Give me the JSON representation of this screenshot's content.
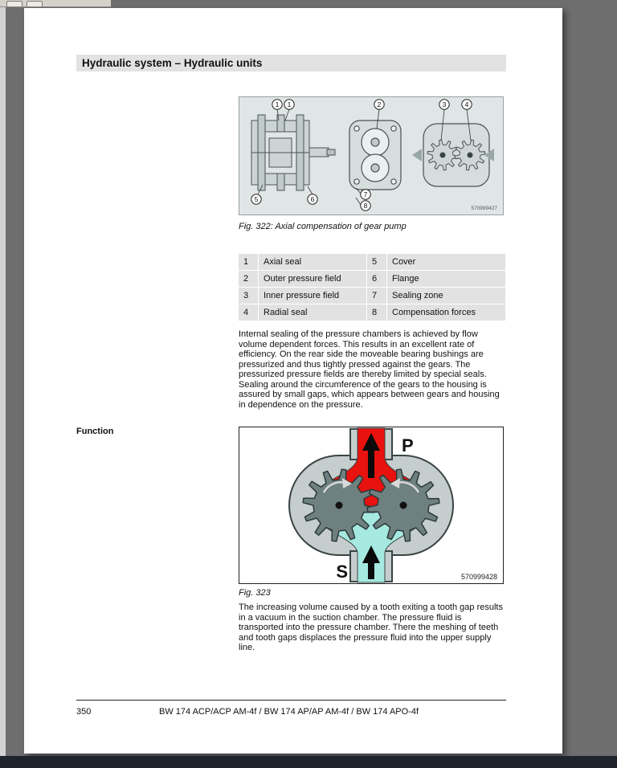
{
  "page": {
    "header": "Hydraulic system – Hydraulic units",
    "fig322": {
      "caption": "Fig. 322: Axial compensation of gear pump",
      "code": "570999427",
      "callouts": [
        "1",
        "1",
        "2",
        "3",
        "4",
        "5",
        "6",
        "7",
        "8"
      ]
    },
    "legend": {
      "rows": [
        {
          "n1": "1",
          "t1": "Axial seal",
          "n2": "5",
          "t2": "Cover"
        },
        {
          "n1": "2",
          "t1": "Outer pressure field",
          "n2": "6",
          "t2": "Flange"
        },
        {
          "n1": "3",
          "t1": "Inner pressure field",
          "n2": "7",
          "t2": "Sealing zone"
        },
        {
          "n1": "4",
          "t1": "Radial seal",
          "n2": "8",
          "t2": "Compensation forces"
        }
      ]
    },
    "para1": "Internal sealing of the pressure chambers is achieved by flow volume dependent forces. This results in an excellent rate of efficiency. On the rear side the moveable bearing bushings are pressurized and thus tightly pressed against the gears. The pressurized pressure fields are thereby limited by special seals. Sealing around the circumference of the gears to the housing is assured by small gaps, which appears between gears and housing in dependence on the pressure.",
    "function_label": "Function",
    "fig323": {
      "caption": "Fig. 323",
      "code": "570999428",
      "pressure_label": "P",
      "suction_label": "S"
    },
    "para2": "The increasing volume caused by a tooth exiting a tooth gap results in a vacuum in the suction chamber. The pressure fluid is transported into the pressure chamber. There the meshing of teeth and tooth gaps displaces the pressure fluid into the upper supply line.",
    "footer": {
      "page_number": "350",
      "models": "BW 174 ACP/ACP AM-4f / BW 174 AP/AP AM-4f / BW 174 APO-4f"
    }
  },
  "colors": {
    "pressure_red": "#e8120e",
    "suction_cyan": "#a5e9e0",
    "gear_gray": "#6e8080",
    "gear_stroke": "#2e3a3a",
    "housing_gray": "#c6cecd",
    "small_gear_fill": "#cfd6d6",
    "small_gear_stroke": "#4a5252"
  }
}
